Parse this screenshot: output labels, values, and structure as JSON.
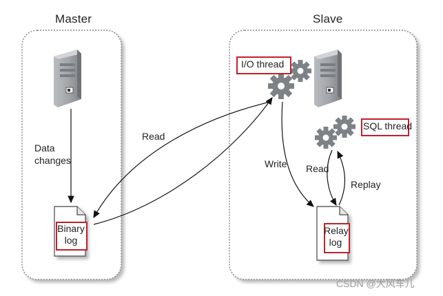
{
  "master": {
    "title": "Master",
    "data_changes": "Data\nchanges",
    "binary_log": "Binary\nlog"
  },
  "slave": {
    "title": "Slave",
    "io_thread": "I/O thread",
    "sql_thread": "SQL thread",
    "write": "Write",
    "read": "Read",
    "replay": "Replay",
    "relay_log": "Relay\nlog"
  },
  "center": {
    "read": "Read"
  },
  "watermark": "CSDN @大风车儿",
  "colors": {
    "highlight_box": "#c0202a",
    "panel_border": "#777777",
    "server": "#9ea2a6",
    "gear": "#7d8286"
  },
  "icons": [
    "server-icon",
    "gear-icon",
    "document-icon"
  ]
}
